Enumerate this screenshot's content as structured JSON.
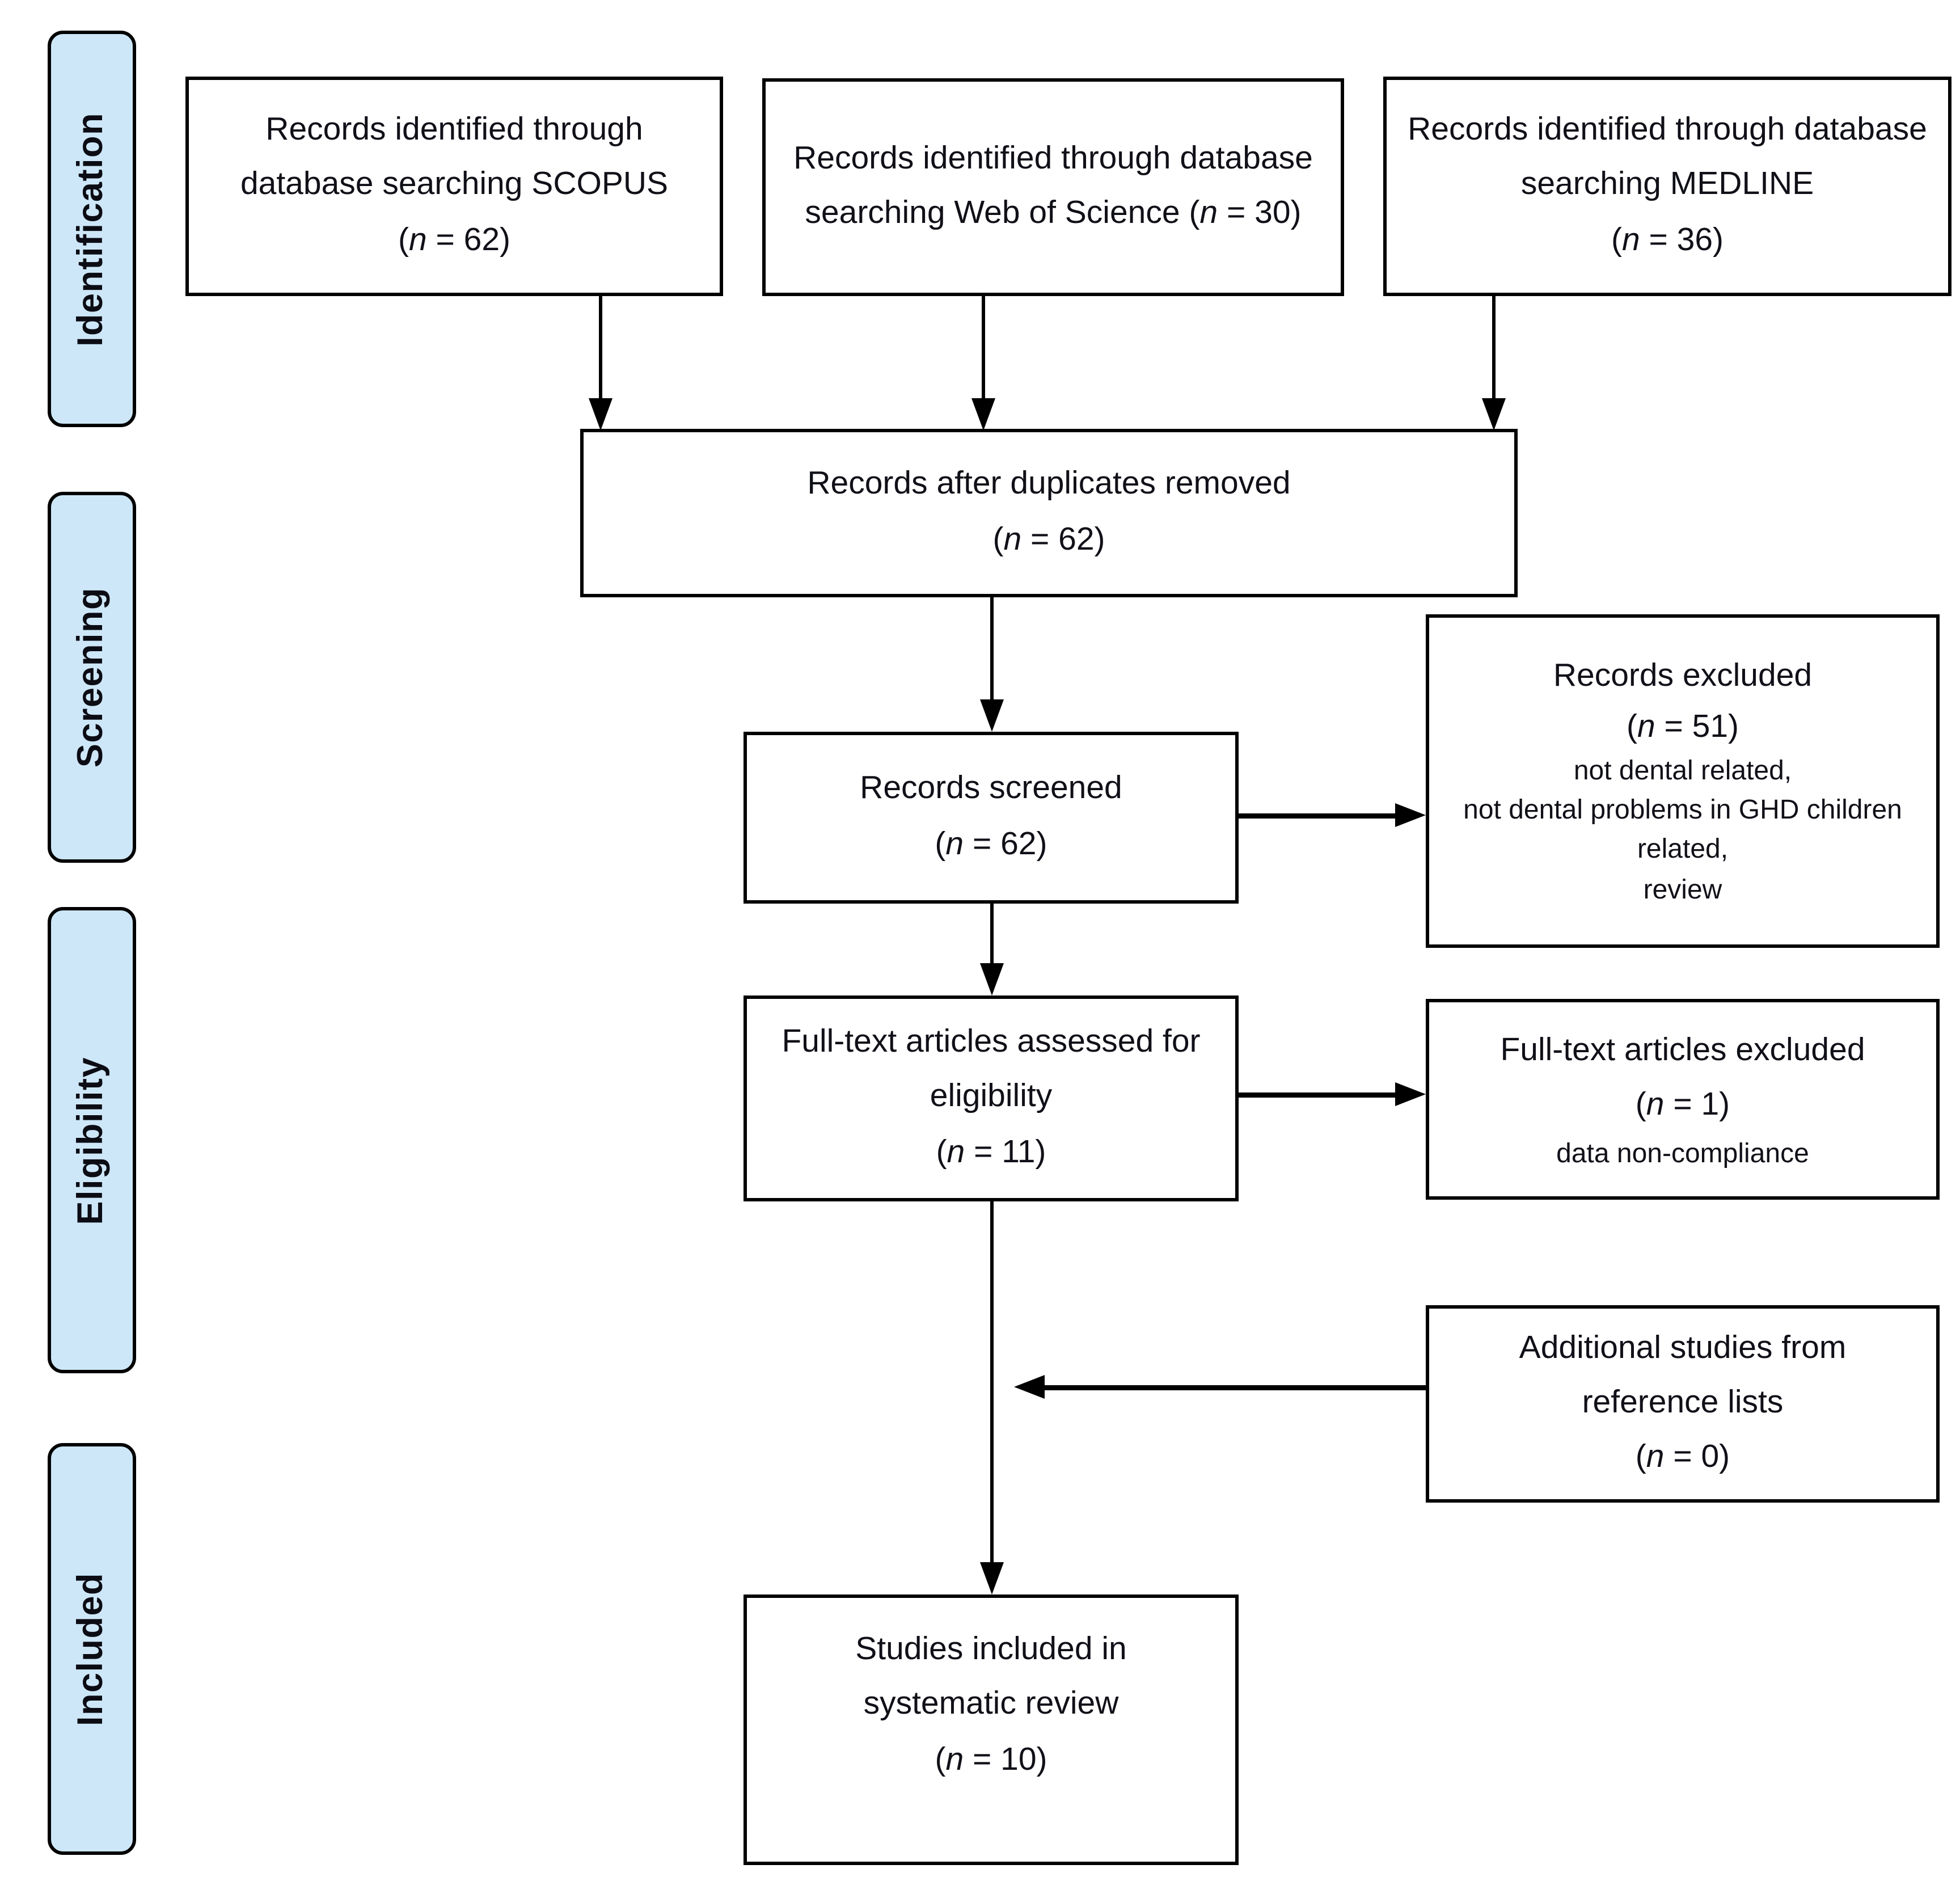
{
  "stages": [
    {
      "label": "Identification"
    },
    {
      "label": "Screening"
    },
    {
      "label": "Eligibility"
    },
    {
      "label": "Included"
    }
  ],
  "boxes": {
    "scopus": {
      "text": "Records identified through database searching SCOPUS",
      "count": "(n = 62)"
    },
    "web_of_science": {
      "text": "Records identified through database searching Web of Science",
      "count": "(n = 30)"
    },
    "medline": {
      "text": "Records identified through database searching MEDLINE",
      "count": "(n = 36)"
    },
    "duplicates": {
      "text": "Records after duplicates removed",
      "count": "(n = 62)"
    },
    "screened": {
      "text": "Records screened",
      "count": "(n = 62)"
    },
    "records_excluded": {
      "text": "Records excluded",
      "count": "(n = 51)",
      "reasons": [
        "not dental related,",
        "not dental problems in GHD children related,",
        "review"
      ]
    },
    "fulltext_assessed": {
      "text": "Full-text articles assessed for eligibility",
      "count": "(n = 11)"
    },
    "fulltext_excluded": {
      "text": "Full-text articles excluded",
      "count": "(n = 1)",
      "reasons": [
        "data non-compliance"
      ]
    },
    "additional": {
      "text": "Additional studies from reference lists",
      "count": "(n = 0)"
    },
    "included": {
      "text": "Studies included in systematic review",
      "count": "(n = 10)"
    }
  },
  "colors": {
    "stage_fill": "#cde7f8",
    "line": "#000000",
    "text": "#101018",
    "background": "#ffffff"
  }
}
